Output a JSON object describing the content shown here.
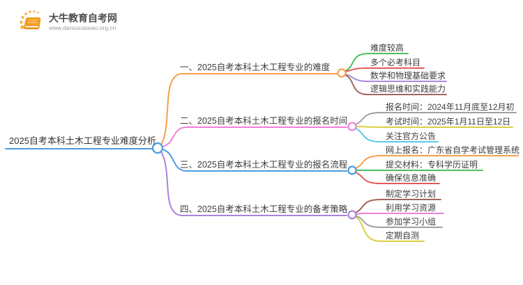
{
  "logo": {
    "title": "大牛教育自考网",
    "url": "www.daniuxuexiao.org.cn",
    "icon_color": "#F49D1F"
  },
  "central": {
    "label": "2025自考本科土木工程专业难度分析",
    "color": "#4A9BDF"
  },
  "branches": [
    {
      "label": "一、2025自考本科土木工程专业的难度",
      "color": "#F7A04A",
      "children": [
        {
          "label": "难度较高",
          "color": "#4DBD5B"
        },
        {
          "label": "多个必考科目",
          "color": "#E45A57"
        },
        {
          "label": "数学和物理基础要求",
          "color": "#AD8BE0"
        },
        {
          "label": "逻辑思维和实践能力",
          "color": "#A3655C"
        }
      ]
    },
    {
      "label": "二、2025自考本科土木工程专业的报名时间",
      "color": "#F07FD8",
      "children": [
        {
          "label": "报名时间：2024年11月底至12月初",
          "color": "#A0A0A0"
        },
        {
          "label": "考试时间：2025年1月11日至12日",
          "color": "#D8D044"
        },
        {
          "label": "关注官方公告",
          "color": "#58C9E9"
        }
      ]
    },
    {
      "label": "三、2025自考本科土木工程专业的报名流程",
      "color": "#4A9BDF",
      "children": [
        {
          "label": "网上报名：广东省自学考试管理系统",
          "color": "#F7A04A"
        },
        {
          "label": "提交材料：专科学历证明",
          "color": "#4DBD5B"
        },
        {
          "label": "确保信息准确",
          "color": "#E45A57"
        }
      ]
    },
    {
      "label": "四、2025自考本科土木工程专业的备考策略",
      "color": "#AB82DC",
      "children": [
        {
          "label": "制定学习计划",
          "color": "#A3655C"
        },
        {
          "label": "利用学习资源",
          "color": "#F07FD8"
        },
        {
          "label": "参加学习小组",
          "color": "#A0A0A0"
        },
        {
          "label": "定期自测",
          "color": "#D8D044"
        }
      ]
    }
  ]
}
